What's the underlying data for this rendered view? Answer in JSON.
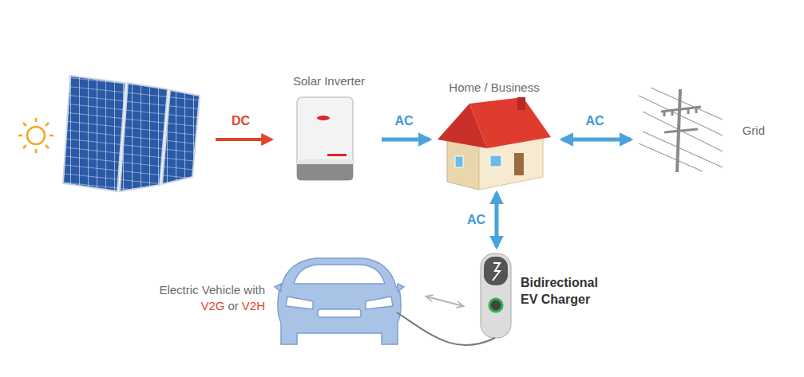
{
  "diagram": {
    "nodes": [
      {
        "text": [
          "Solar Inverter"
        ]
      },
      {
        "text": [
          "Home / Business"
        ]
      },
      {
        "text": [
          "Grid"
        ]
      },
      {
        "text": [
          "Bidirectional EV Charger"
        ]
      },
      {
        "text": [
          "Electric Vehicle with",
          "V2G",
          "or",
          "V2H"
        ]
      }
    ],
    "edges": [
      {
        "from": 0,
        "to": 1,
        "label": "AC",
        "arrow": "to"
      },
      {
        "from": 1,
        "to": 2,
        "label": "AC",
        "arrow": "both"
      },
      {
        "from": 1,
        "to": 3,
        "label": "AC",
        "arrow": "both"
      },
      {
        "from": 3,
        "to": 4,
        "arrow": "both"
      }
    ],
    "labels": [
      "DC"
    ]
  }
}
